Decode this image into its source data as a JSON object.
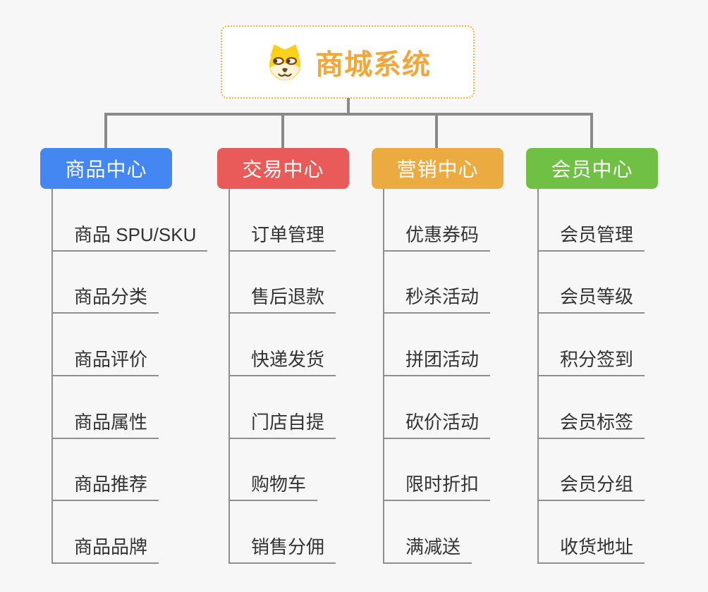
{
  "root": {
    "title": "商城系统",
    "icon": "dog-face-icon",
    "title_color": "#f0a73c",
    "border_color": "#f5b04a"
  },
  "connector_color": "#8a8a8a",
  "canvas_background": "#f7f7f7",
  "branches": [
    {
      "label": "商品中心",
      "color": "#4486f2",
      "children": [
        "商品 SPU/SKU",
        "商品分类",
        "商品评价",
        "商品属性",
        "商品推荐",
        "商品品牌"
      ]
    },
    {
      "label": "交易中心",
      "color": "#e85b58",
      "children": [
        "订单管理",
        "售后退款",
        "快递发货",
        "门店自提",
        "购物车",
        "销售分佣"
      ]
    },
    {
      "label": "营销中心",
      "color": "#ecab40",
      "children": [
        "优惠券码",
        "秒杀活动",
        "拼团活动",
        "砍价活动",
        "限时折扣",
        "满减送"
      ]
    },
    {
      "label": "会员中心",
      "color": "#6fc045",
      "children": [
        "会员管理",
        "会员等级",
        "积分签到",
        "会员标签",
        "会员分组",
        "收货地址"
      ]
    }
  ]
}
